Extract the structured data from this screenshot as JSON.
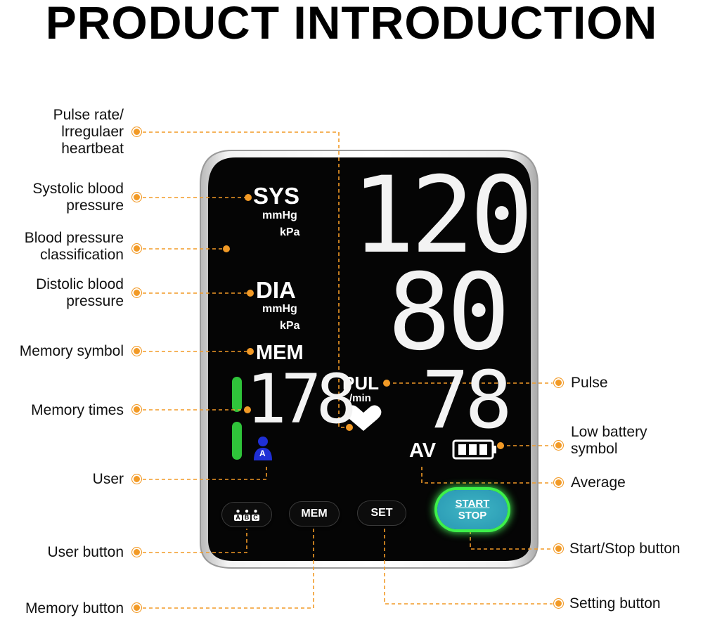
{
  "title": "PRODUCT INTRODUCTION",
  "callouts": {
    "pulse_irregular": "Pulse rate/\nlrregulaer\nheartbeat",
    "systolic": "Systolic blood\npressure",
    "classification": "Blood pressure\nclassification",
    "diastolic": "Distolic blood\npressure",
    "memory_symbol": "Memory symbol",
    "memory_times": "Memory times",
    "user": "User",
    "user_button": "User button",
    "memory_button": "Memory button",
    "pulse": "Pulse",
    "low_battery": "Low battery\nsymbol",
    "average": "Average",
    "start_stop_button": "Start/Stop button",
    "setting_button": "Setting button"
  },
  "display": {
    "sys_label": "SYS",
    "dia_label": "DIA",
    "unit_mmhg": "mmHg",
    "unit_kpa": "kPa",
    "mem_label": "MEM",
    "pul_label": "PUL",
    "per_min": "/min",
    "av_label": "AV",
    "sys_value": "120",
    "dia_value": "80",
    "pulse_value": "78",
    "memory_count": "178",
    "user_letter": "A"
  },
  "buttons": {
    "user_letters": [
      "A",
      "B",
      "C"
    ],
    "mem": "MEM",
    "set": "SET",
    "start": "START",
    "stop": "STOP"
  },
  "colors": {
    "accent": "#f29a26",
    "screen": "#000000",
    "classification_bar": "#2fc43a",
    "user_icon": "#1f2fd6",
    "start_button": "#2fa0b8",
    "start_glow": "#3df04a"
  }
}
